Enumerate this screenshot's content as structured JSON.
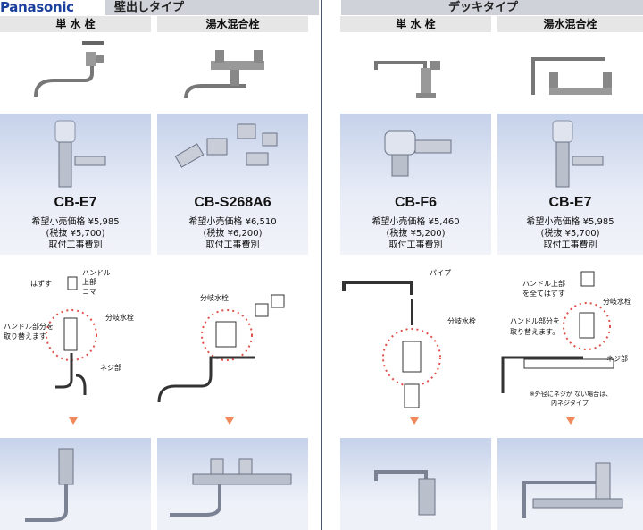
{
  "brand": "Panasonic",
  "sections": [
    {
      "title": "壁出しタイプ",
      "columns": [
        "単 水 栓",
        "湯水混合栓"
      ]
    },
    {
      "title": "デッキタイプ",
      "columns": [
        "単 水 栓",
        "湯水混合栓"
      ]
    }
  ],
  "products": [
    {
      "model": "CB-E7",
      "price": "希望小売価格 ¥5,985",
      "tax": "(税抜 ¥5,700)",
      "note": "取付工事費別"
    },
    {
      "model": "CB-S268A6",
      "price": "希望小売価格 ¥6,510",
      "tax": "(税抜 ¥6,200)",
      "note": "取付工事費別"
    },
    {
      "model": "CB-F6",
      "price": "希望小売価格 ¥5,460",
      "tax": "(税抜 ¥5,200)",
      "note": "取付工事費別"
    },
    {
      "model": "CB-E7",
      "price": "希望小売価格 ¥5,985",
      "tax": "(税抜 ¥5,700)",
      "note": "取付工事費別"
    }
  ],
  "diagrams": {
    "d1": {
      "hazusu": "はずす",
      "handle": "ハンドル",
      "jobu": "上部",
      "koma": "コマ",
      "bunki": "分岐水栓",
      "handle_part": "ハンドル部分を",
      "torikae": "取り替えます",
      "neji": "ネジ部"
    },
    "d2": {
      "bunki": "分岐水栓"
    },
    "d3": {
      "pipe": "パイプ",
      "bunki": "分岐水栓"
    },
    "d4": {
      "handle_top": "ハンドル上部",
      "zenbu": "を全てはずす",
      "bunki": "分岐水栓",
      "handle_part": "ハンドル部分を",
      "torikae": "取り替えます。",
      "neji": "ネジ部",
      "note1": "※外径にネジが ない場合は、",
      "note2": "内ネジタイプ"
    }
  },
  "colors": {
    "brand": "#1a3f9c",
    "card_top": "#c6d2ea",
    "arrow": "#f08a5c",
    "divider": "#4a5470",
    "dots": "#e0504a"
  }
}
